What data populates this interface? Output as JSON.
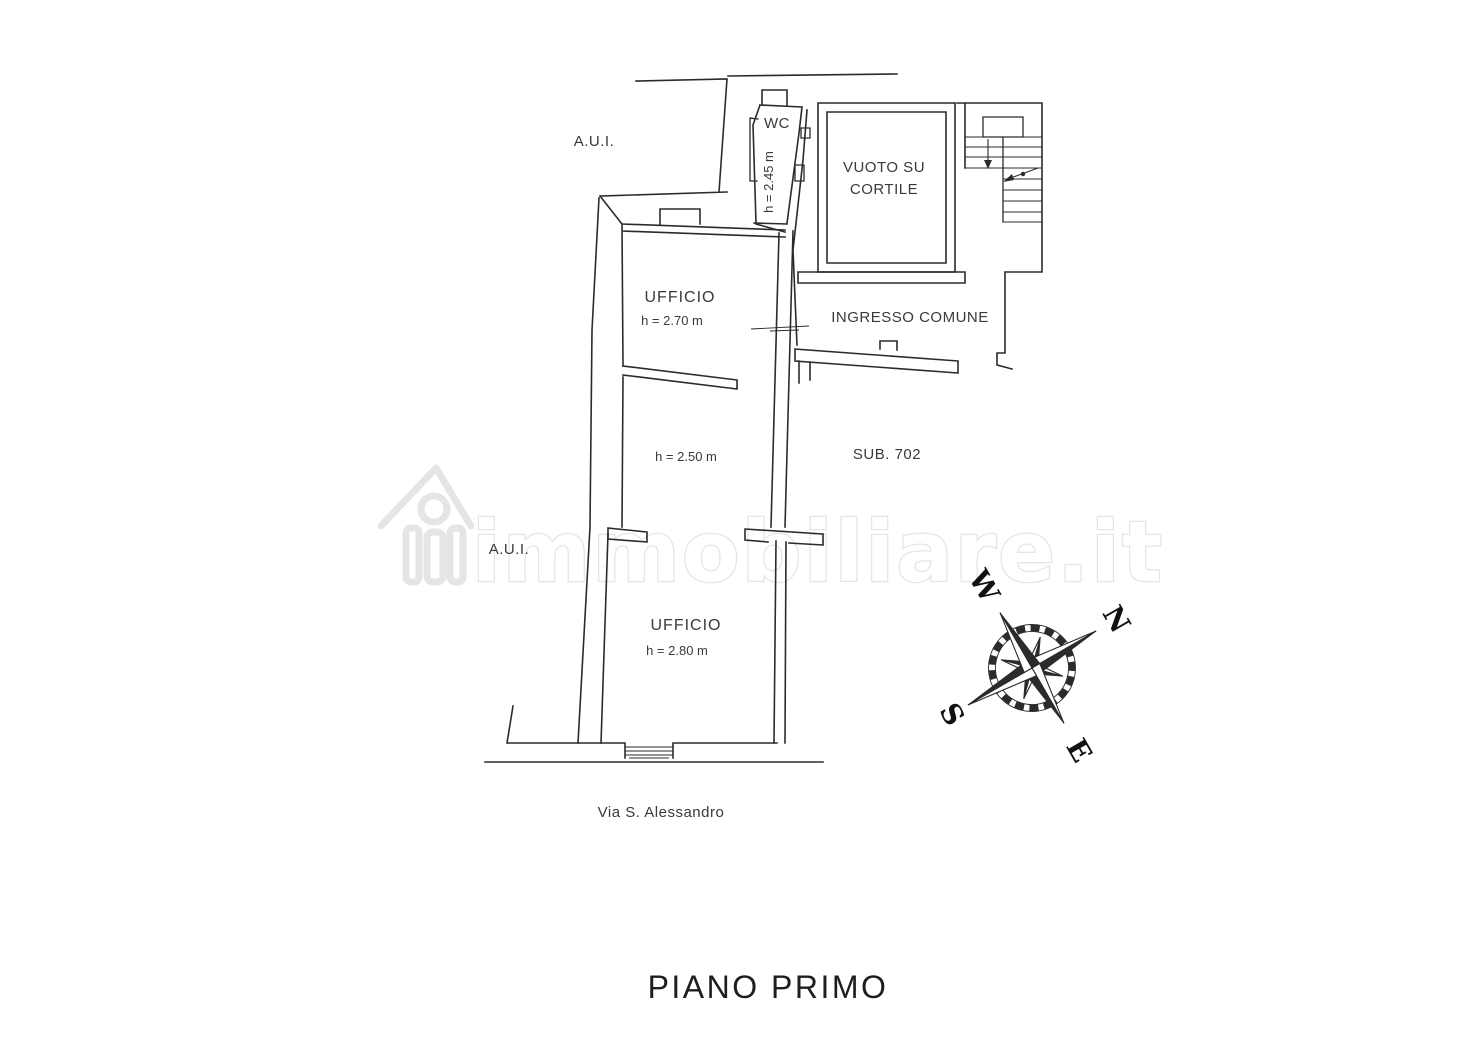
{
  "page": {
    "floor_title": "PIANO PRIMO",
    "watermark_text": "immobiliare.it"
  },
  "plan": {
    "labels": {
      "aui_top": "A.U.I.",
      "aui_mid": "A.U.I.",
      "wc": "WC",
      "wc_height": "h = 2.45 m",
      "vuoto_line1": "VUOTO SU",
      "vuoto_line2": "CORTILE",
      "ingresso": "INGRESSO COMUNE",
      "ufficio_top": "UFFICIO",
      "ufficio_top_height": "h = 2.70 m",
      "room_mid_height": "h = 2.50 m",
      "sub": "SUB. 702",
      "ufficio_bottom": "UFFICIO",
      "ufficio_bottom_height": "h = 2.80 m",
      "street": "Via S. Alessandro"
    },
    "compass": {
      "north": "N",
      "east": "E",
      "south": "S",
      "west": "W"
    },
    "colors": {
      "line": "#2b2b2b",
      "label": "#3a3a3a",
      "watermark": "#e4e4e4"
    }
  }
}
